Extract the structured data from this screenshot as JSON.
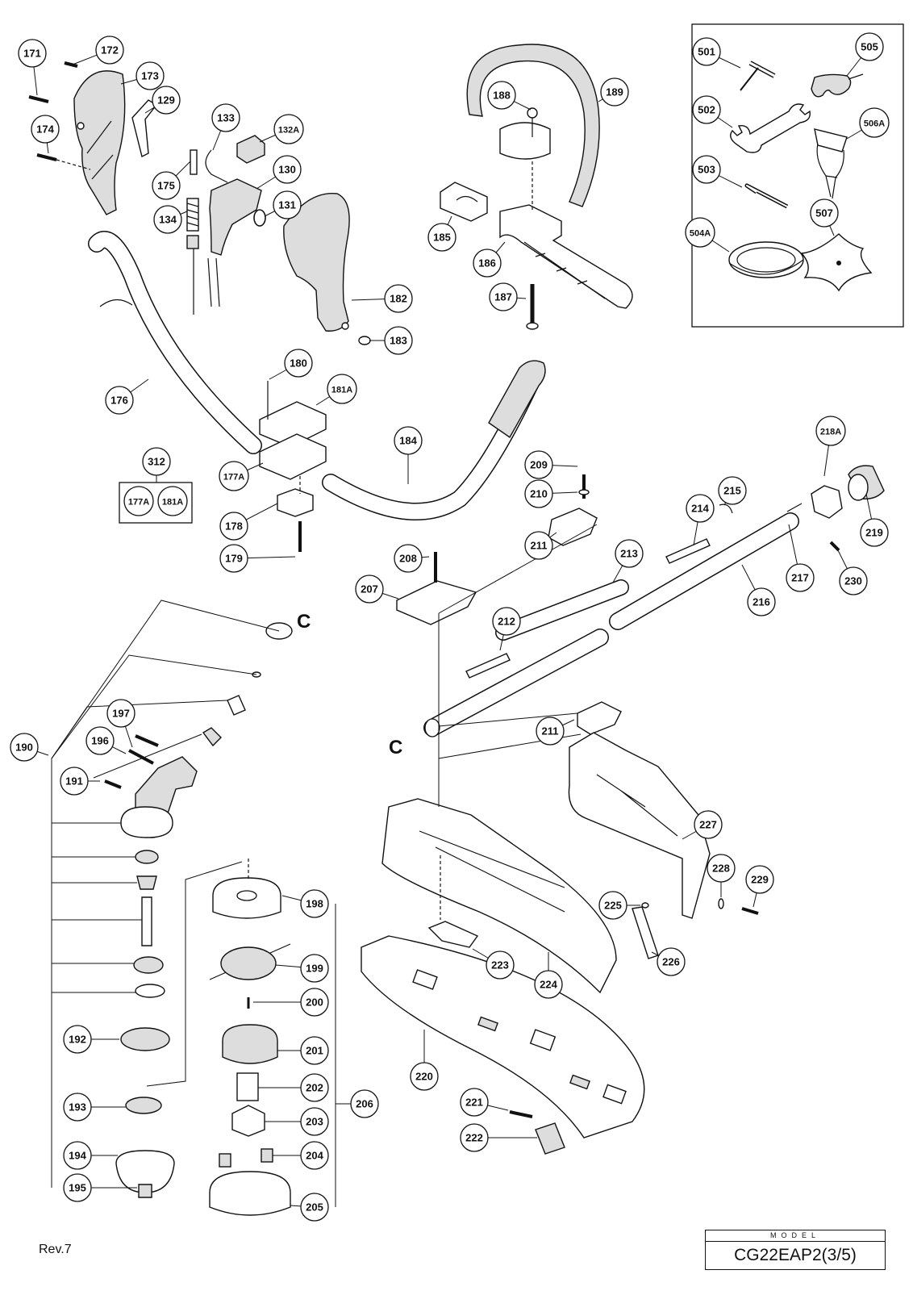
{
  "document": {
    "revision": "Rev.7",
    "model_caption": "MODEL",
    "model": "CG22EAP2(3/5)"
  },
  "section_markers": [
    {
      "id": "c_top",
      "text": "C"
    },
    {
      "id": "c_bottom",
      "text": "C"
    }
  ],
  "part_labels": {
    "p171": "171",
    "p172": "172",
    "p173": "173",
    "p129": "129",
    "p174": "174",
    "p133": "133",
    "p132A": "132A",
    "p175": "175",
    "p130": "130",
    "p131": "131",
    "p134": "134",
    "p182": "182",
    "p183": "183",
    "p188": "188",
    "p189": "189",
    "p185": "185",
    "p186": "186",
    "p187": "187",
    "p501": "501",
    "p505": "505",
    "p502": "502",
    "p506A": "506A",
    "p503": "503",
    "p504A": "504A",
    "p507": "507",
    "p176": "176",
    "p180": "180",
    "p181A": "181A",
    "p184": "184",
    "p312": "312",
    "p177A": "177A",
    "p178": "178",
    "p179": "179",
    "p312a": "177A",
    "p312b": "181A",
    "p209": "209",
    "p210": "210",
    "p211": "211",
    "p208": "208",
    "p207": "207",
    "p213": "213",
    "p214": "214",
    "p215": "215",
    "p218A": "218A",
    "p219": "219",
    "p230": "230",
    "p217": "217",
    "p216": "216",
    "p212": "212",
    "p211b": "211",
    "p190": "190",
    "p197": "197",
    "p196": "196",
    "p191": "191",
    "p192": "192",
    "p193": "193",
    "p194": "194",
    "p195": "195",
    "p198": "198",
    "p199": "199",
    "p200": "200",
    "p201": "201",
    "p202": "202",
    "p203": "203",
    "p204": "204",
    "p205": "205",
    "p206": "206",
    "p227": "227",
    "p228": "228",
    "p229": "229",
    "p225": "225",
    "p226": "226",
    "p223": "223",
    "p224": "224",
    "p220": "220",
    "p221": "221",
    "p222": "222"
  }
}
